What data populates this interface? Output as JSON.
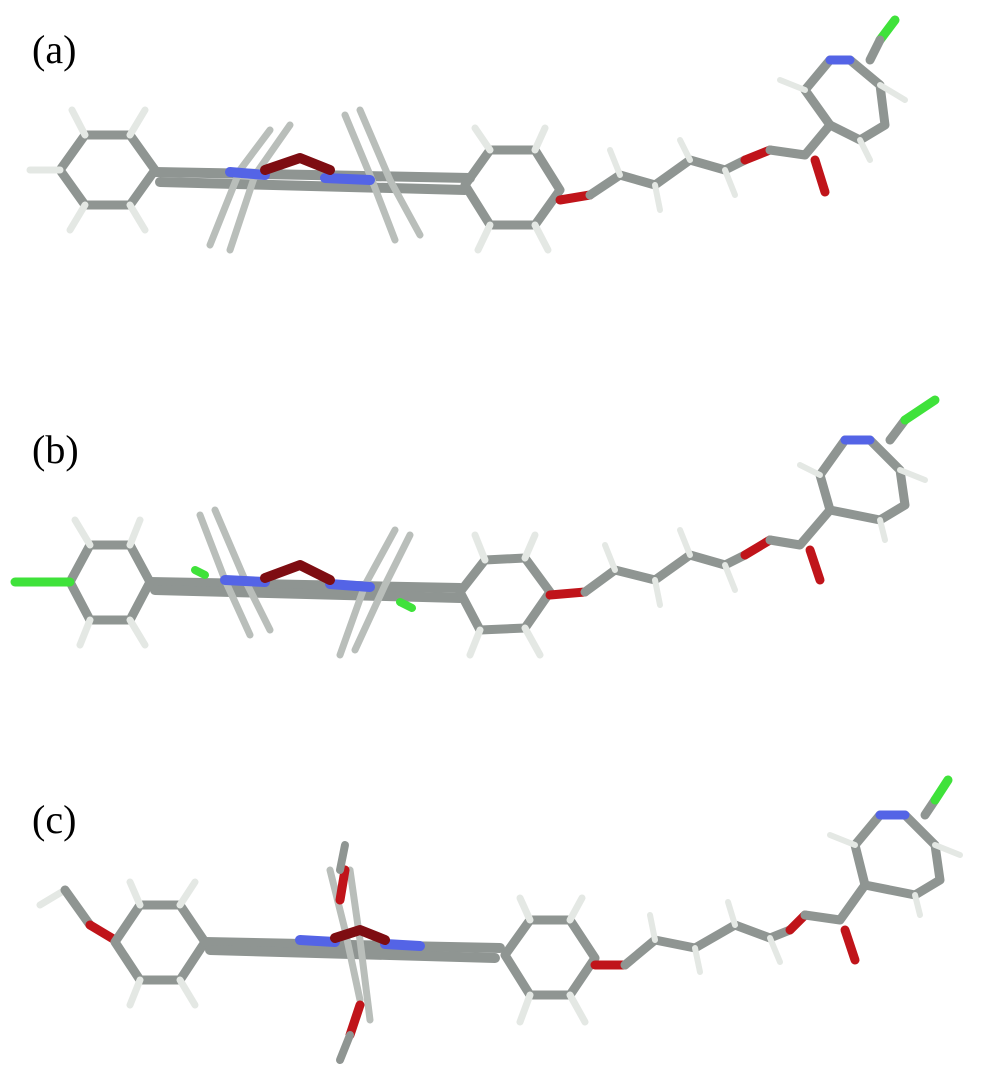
{
  "figure": {
    "panels": [
      {
        "label": "(a)"
      },
      {
        "label": "(b)"
      },
      {
        "label": "(c)"
      }
    ]
  },
  "colors": {
    "carbon": "#8f9592",
    "carbon_light": "#b9beba",
    "hydrogen": "#e4e8e4",
    "nitrogen": "#5464e6",
    "oxygen": "#c0141a",
    "oxygen_dark": "#7e0d12",
    "chlorine": "#3fe23a"
  }
}
